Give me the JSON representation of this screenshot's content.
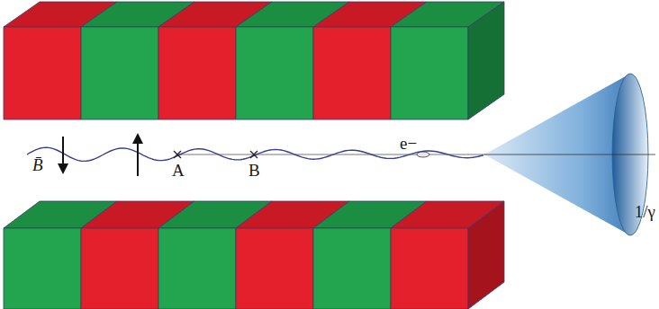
{
  "diagram": {
    "labels": [
      "B̄",
      "A",
      "B",
      "e−",
      "1/γ"
    ]
  }
}
